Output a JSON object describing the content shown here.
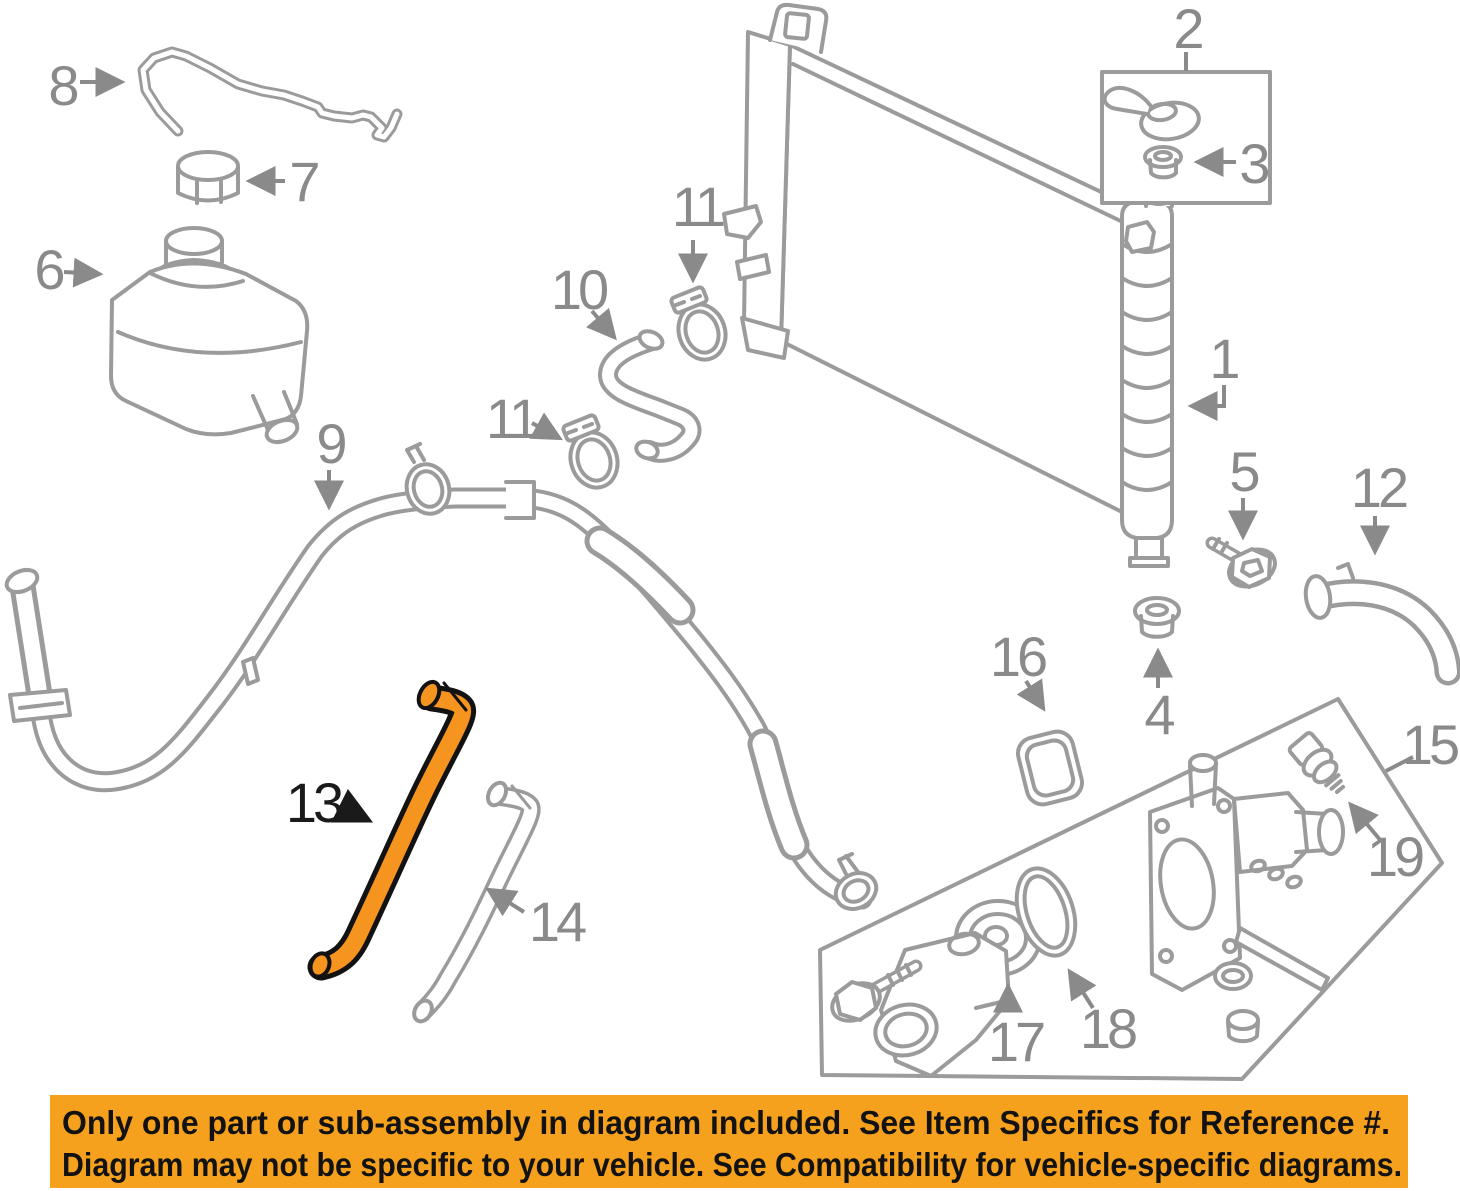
{
  "colors": {
    "line": "#9B9B9B",
    "label": "#8A8A8A",
    "highlight": "#F5941E",
    "highlight_outline": "#121212",
    "black_label": "#1A1A1A"
  },
  "banner": {
    "bg": "#F5A11D",
    "text_color": "#121212",
    "line1": "Only one part or sub-assembly in diagram included. See Item Specifics for Reference #.",
    "line2": "Diagram may not be specific to your vehicle. See Compatibility for vehicle-specific diagrams."
  },
  "callouts": [
    {
      "label": "1"
    },
    {
      "label": "2"
    },
    {
      "label": "3"
    },
    {
      "label": "4"
    },
    {
      "label": "5"
    },
    {
      "label": "6"
    },
    {
      "label": "7"
    },
    {
      "label": "8"
    },
    {
      "label": "9"
    },
    {
      "label": "10"
    },
    {
      "label": "11"
    },
    {
      "label": "11"
    },
    {
      "label": "12"
    },
    {
      "label": "13"
    },
    {
      "label": "14"
    },
    {
      "label": "15"
    },
    {
      "label": "16"
    },
    {
      "label": "17"
    },
    {
      "label": "18"
    },
    {
      "label": "19"
    }
  ]
}
